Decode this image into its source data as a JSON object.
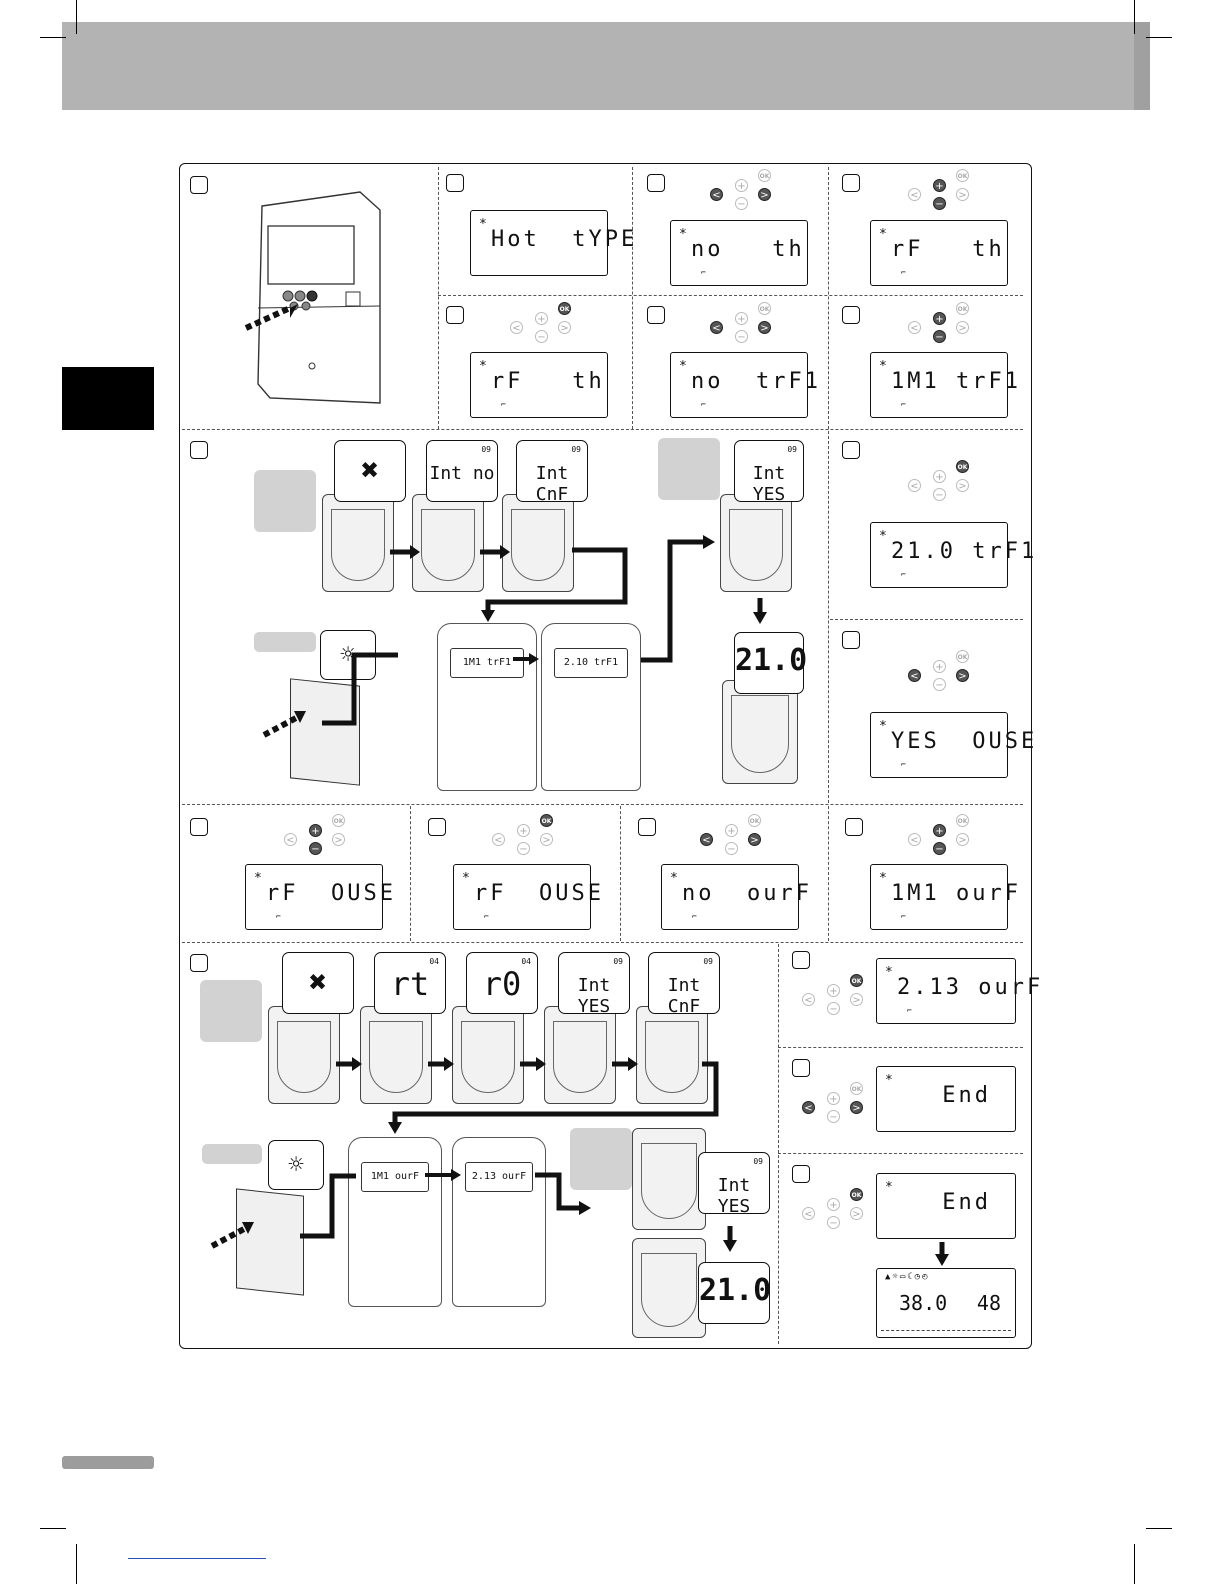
{
  "page": {
    "accent_gray": "#b3b3b3",
    "tab_color": "#000000"
  },
  "steps": {
    "s2": {
      "lcd": "Hot  tYPE"
    },
    "s3": {
      "lcd": "no   th"
    },
    "s4": {
      "lcd": "rF   th"
    },
    "s5": {
      "lcd": "rF   th"
    },
    "s6": {
      "lcd": "no  trF1"
    },
    "s7": {
      "lcd": "1M1 trF1"
    },
    "s9": {
      "lcd": "21.0 trF1"
    },
    "s10": {
      "lcd": "YES  OUSE"
    },
    "s11": {
      "lcd": "rF  OUSE"
    },
    "s12": {
      "lcd": "rF  OUSE"
    },
    "s13": {
      "lcd": "no  ourF"
    },
    "s14": {
      "lcd": "1M1 ourF"
    },
    "s16": {
      "lcd": "2.13 ourF"
    },
    "s17": {
      "lcd": "End"
    },
    "s18": {
      "lcd": "End"
    }
  },
  "seq_a": {
    "bubbles": [
      "Int no",
      "Int CnF",
      "Int YES"
    ],
    "units": [
      "1M1 trF1",
      "2.10 trF1"
    ],
    "result": "21.0",
    "tags": [
      "09",
      "09",
      "09"
    ]
  },
  "seq_b": {
    "bubbles": [
      "rt",
      "r0",
      "Int YES",
      "Int CnF"
    ],
    "tags": [
      "04",
      "04",
      "09",
      "09"
    ],
    "units": [
      "1M1 ourF",
      "2.13 ourF"
    ],
    "answer": "Int YES",
    "answer_tag": "09",
    "result": "21.0"
  },
  "final_display": {
    "left": "38.0",
    "right": "48"
  },
  "keys": {
    "ok": "OK",
    "plus": "+",
    "minus": "−",
    "left": "<",
    "right": ">"
  }
}
